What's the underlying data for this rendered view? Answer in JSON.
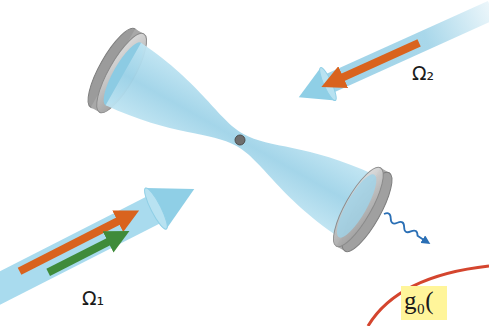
{
  "diagram": {
    "labels": [
      "Ω₂",
      "Ω₁",
      "g₀("
    ]
  }
}
